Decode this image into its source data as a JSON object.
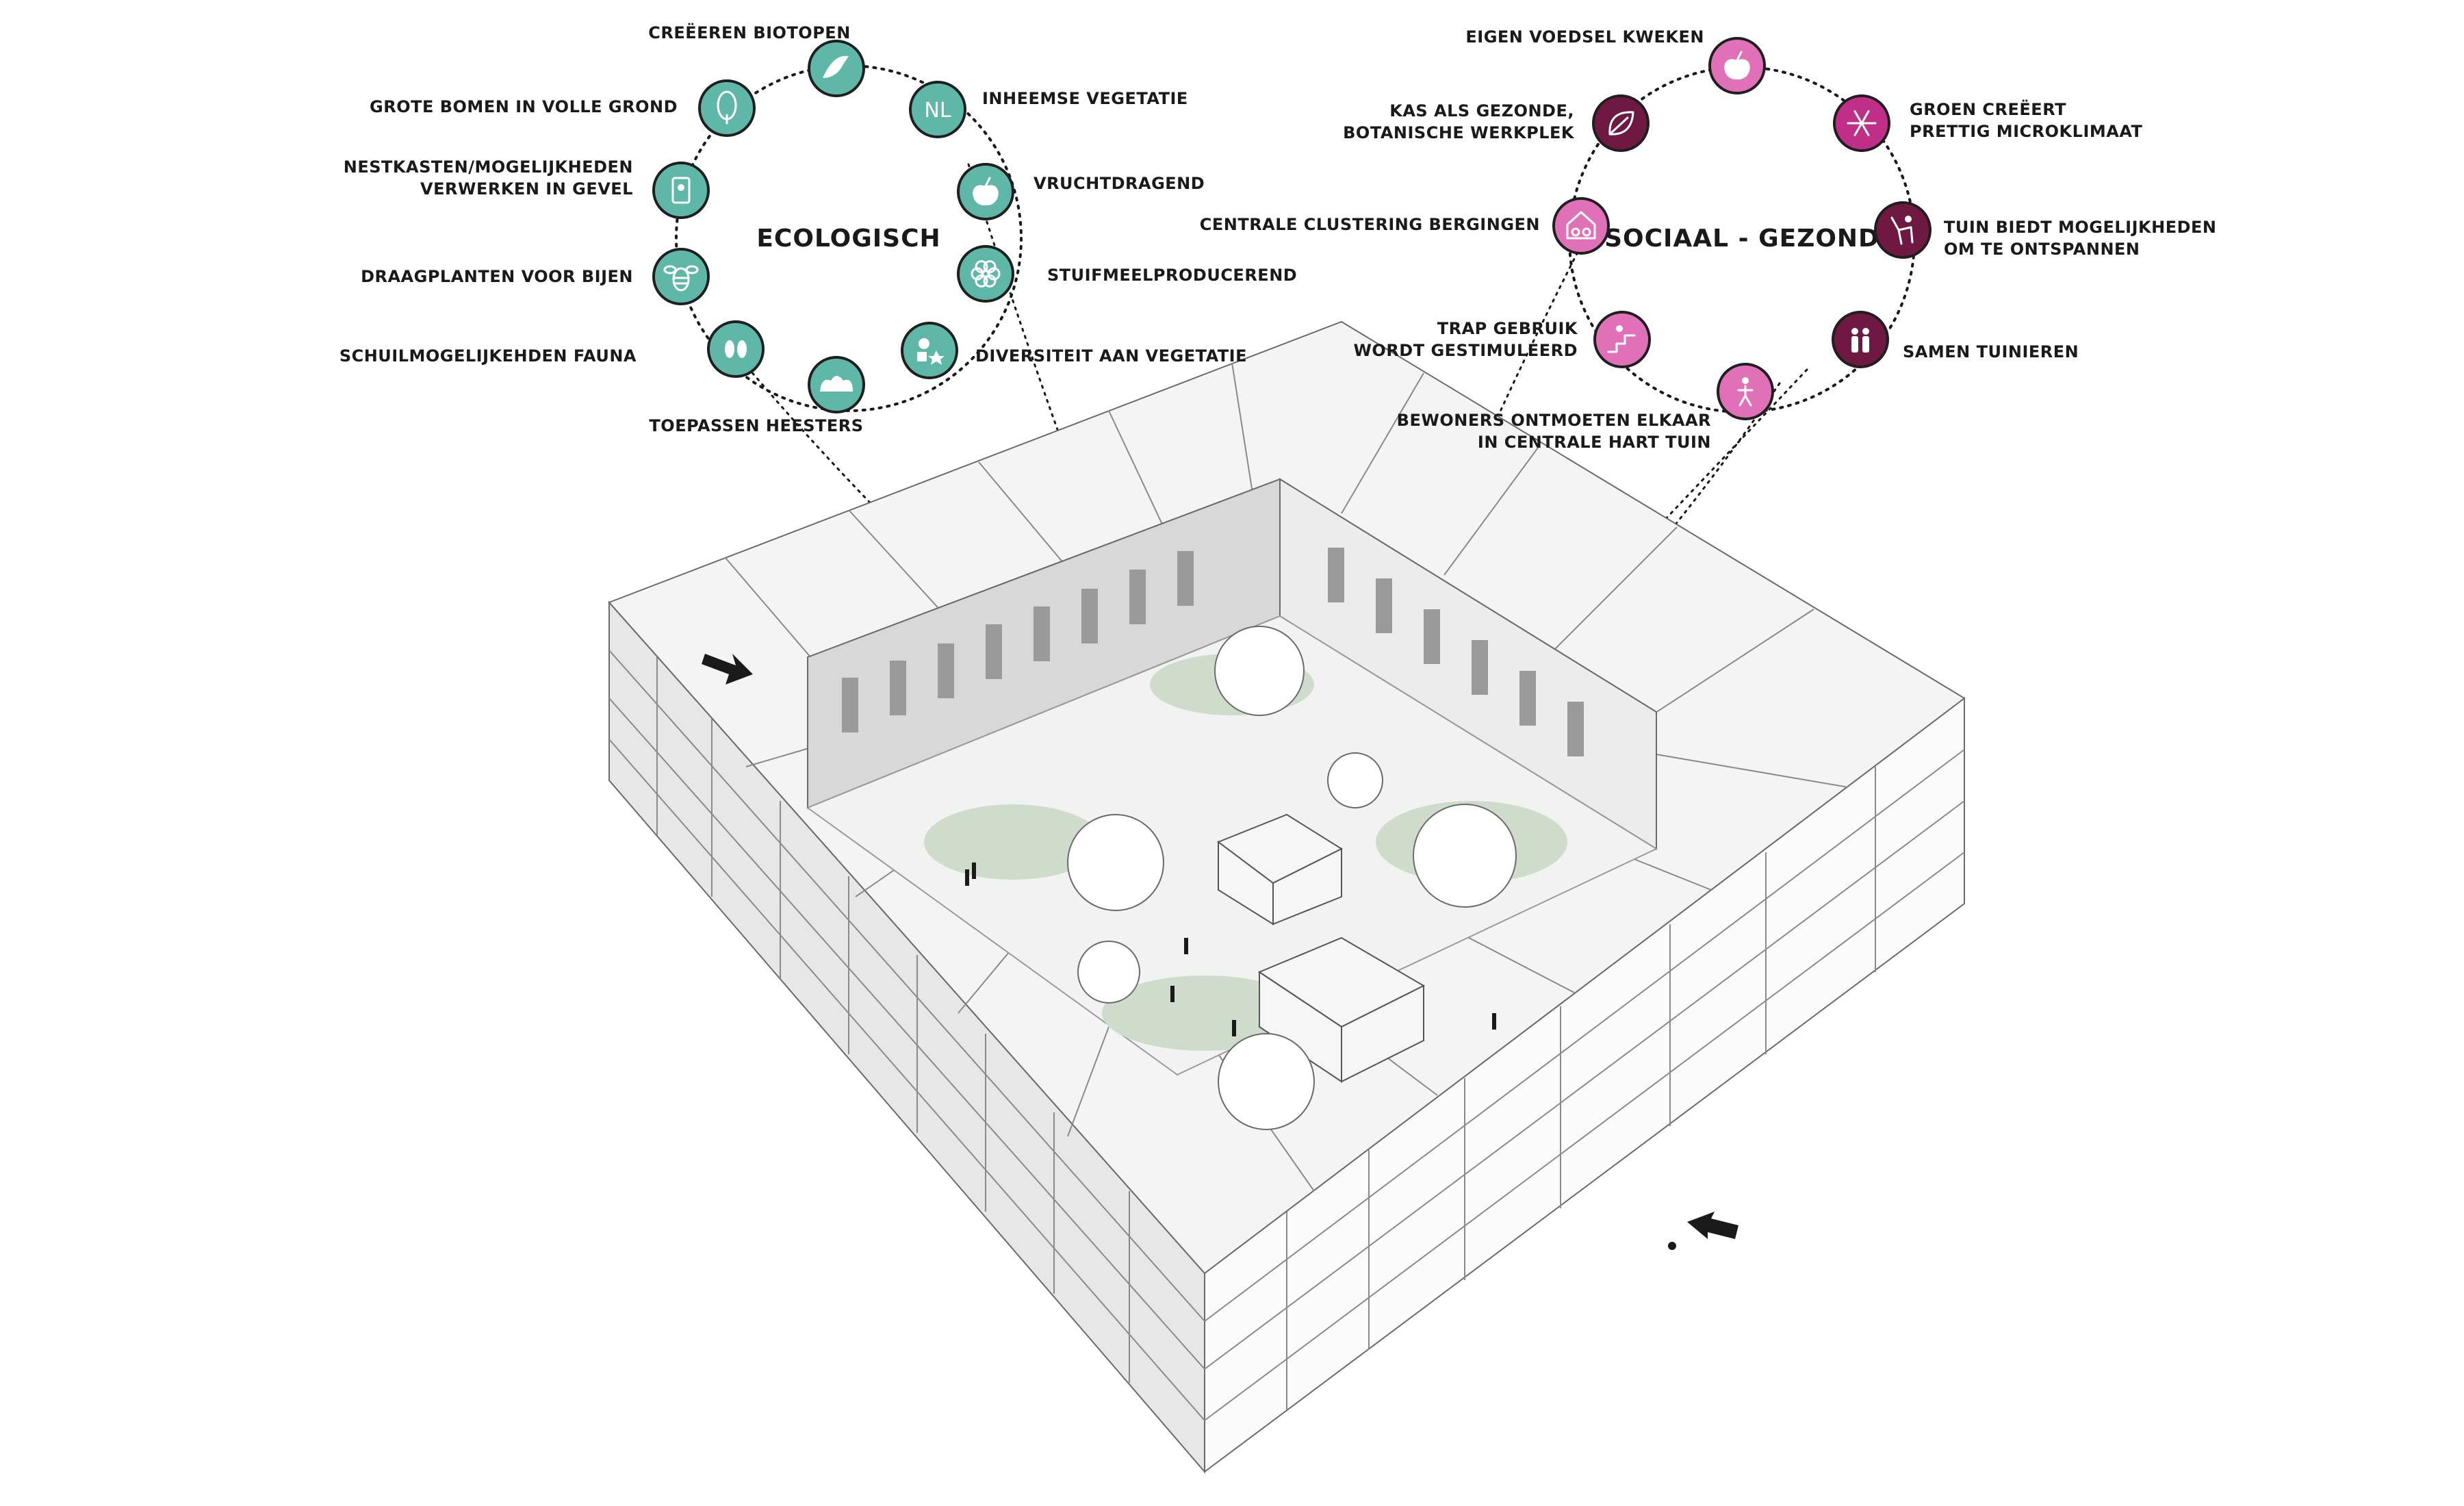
{
  "colors": {
    "eco_fill": "#5fb8a7",
    "eco_stroke": "#1f1f1f",
    "social_pink": "#e071b8",
    "social_maroon": "#6e1842",
    "courtyard_green": "#cfdccb",
    "paving": "#f2f2f2"
  },
  "ecological": {
    "title": "ECOLOGISCH",
    "items": [
      {
        "label": "CREËEREN BIOTOPEN",
        "icon": "bird-icon"
      },
      {
        "label": "INHEEMSE VEGETATIE",
        "icon": "nl-badge-icon",
        "icon_text": "NL"
      },
      {
        "label": "VRUCHTDRAGEND",
        "icon": "apple-icon"
      },
      {
        "label": "STUIFMEELPRODUCEREND",
        "icon": "flower-icon"
      },
      {
        "label": "DIVERSITEIT AAN VEGETATIE",
        "icon": "shapes-icon"
      },
      {
        "label": "TOEPASSEN HEESTERS",
        "icon": "shrub-icon"
      },
      {
        "label": "SCHUILMOGELIJKEHDEN FAUNA",
        "icon": "footprints-icon"
      },
      {
        "label": "DRAAGPLANTEN VOOR BIJEN",
        "icon": "bee-icon"
      },
      {
        "label_lines": [
          "NESTKASTEN/MOGELIJKHEDEN",
          "VERWERKEN IN GEVEL"
        ],
        "icon": "nestbox-icon"
      },
      {
        "label": "GROTE BOMEN IN VOLLE GROND",
        "icon": "tree-icon"
      }
    ]
  },
  "social": {
    "title": "SOCIAAL - GEZOND",
    "items": [
      {
        "label": "EIGEN VOEDSEL KWEKEN",
        "icon": "apple-icon",
        "tone": "pink"
      },
      {
        "label_lines": [
          "GROEN CREËERT",
          "PRETTIG MICROKLIMAAT"
        ],
        "icon": "snowflake-icon",
        "tone": "maroon-pink"
      },
      {
        "label_lines": [
          "TUIN BIEDT MOGELIJKHEDEN",
          "OM TE ONTSPANNEN"
        ],
        "icon": "relax-icon",
        "tone": "maroon"
      },
      {
        "label": "SAMEN TUINIEREN",
        "icon": "people-icon",
        "tone": "maroon"
      },
      {
        "label_lines": [
          "BEWONERS ONTMOETEN ELKAAR",
          "IN CENTRALE HART TUIN"
        ],
        "icon": "walking-icon",
        "tone": "pink"
      },
      {
        "label_lines": [
          "TRAP GEBRUIK",
          "WORDT GESTIMULEERD"
        ],
        "icon": "stairs-icon",
        "tone": "pink"
      },
      {
        "label": "CENTRALE CLUSTERING BERGINGEN",
        "icon": "bike-shed-icon",
        "tone": "pink"
      },
      {
        "label_lines": [
          "KAS ALS GEZONDE,",
          "BOTANISCHE WERKPLEK"
        ],
        "icon": "leaf-icon",
        "tone": "maroon"
      }
    ]
  }
}
